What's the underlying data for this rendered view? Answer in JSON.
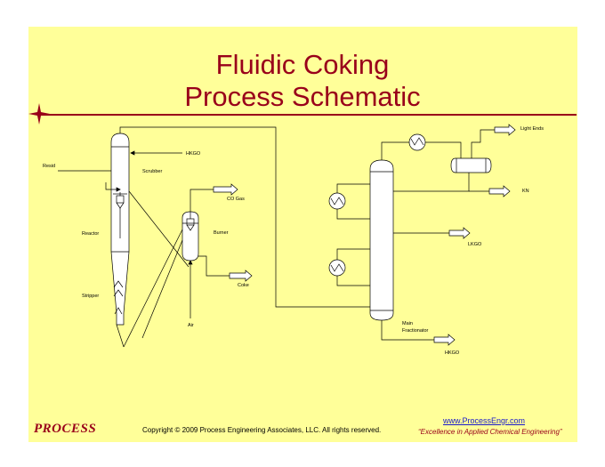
{
  "title": {
    "line1": "Fluidic Coking",
    "line2": "Process Schematic"
  },
  "labels": {
    "resid": "Resid",
    "hkgo_in": "HKGO",
    "scrubber": "Scrubber",
    "reactor": "Reactor",
    "stripper": "Stripper",
    "co_gas": "CO Gas",
    "burner": "Burner",
    "coke": "Coke",
    "air": "Air",
    "light_ends": "Light Ends",
    "kn": "KN",
    "lkgo": "LKGO",
    "main_fractionator_1": "Main",
    "main_fractionator_2": "Fractionator",
    "hkgo_out": "HKGO"
  },
  "footer": {
    "logo": "PROCESS",
    "copyright": "Copyright © 2009 Process Engineering Associates, LLC. All rights reserved.",
    "url": "www.ProcessEngr.com",
    "tagline": "“Excellence in Applied Chemical Engineering”"
  },
  "colors": {
    "title": "#99001a",
    "background": "#ffff99",
    "link": "#1a1acc"
  }
}
